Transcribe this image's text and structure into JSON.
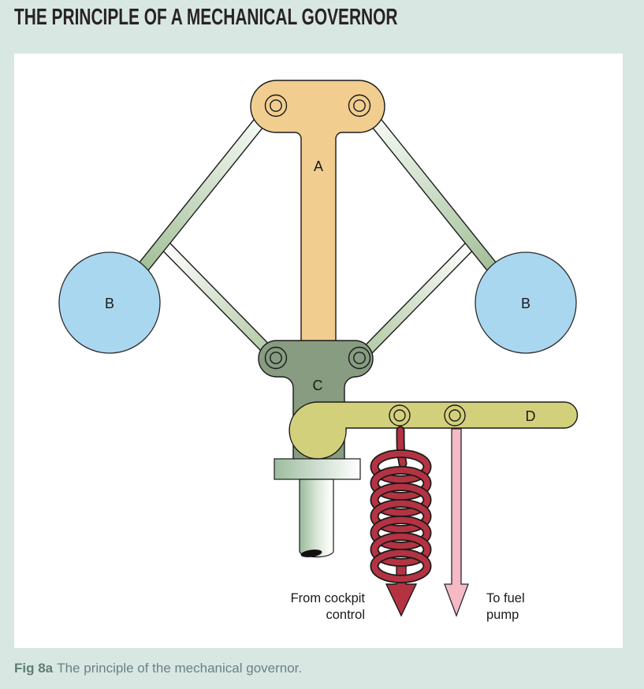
{
  "title": "THE PRINCIPLE OF A MECHANICAL GOVERNOR",
  "caption": {
    "prefix": "Fig 8a",
    "rest": "The principle of the mechanical governor."
  },
  "diagram": {
    "labels": {
      "spindle": "A",
      "flyweight_left": "B",
      "flyweight_right": "B",
      "collar": "C",
      "lever": "D"
    },
    "annotations": {
      "cockpit_line1": "From cockpit",
      "cockpit_line2": "control",
      "fuel_line1": "To fuel",
      "fuel_line2": "pump"
    },
    "colors": {
      "page_bg": "#D8E7E1",
      "panel_bg": "#FFFFFF",
      "spindle_tan": "#F1CD90",
      "flyweight_blue": "#A9D7F0",
      "collar_green": "#879C80",
      "lever_khaki": "#D3D07C",
      "arm_green": "#A2BF97",
      "spring_red": "#B43342",
      "fuel_pink": "#F5BAC5",
      "outline": "#1A1A1A"
    }
  }
}
